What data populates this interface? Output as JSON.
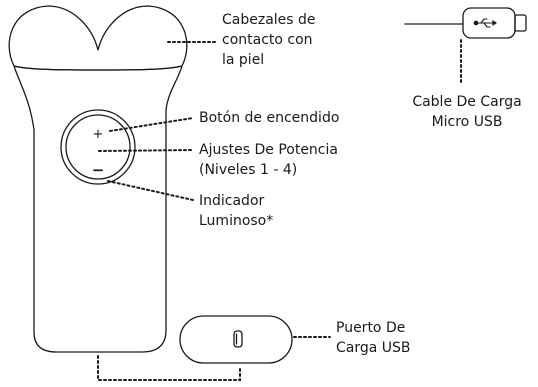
{
  "labels": {
    "heads": [
      "Cabezales de",
      "contacto con",
      "la piel"
    ],
    "power_button": [
      "Botón de encendido"
    ],
    "power_settings": [
      "Ajustes De Potencia",
      "(Niveles 1 - 4)"
    ],
    "indicator": [
      "Indicador",
      "Luminoso*"
    ],
    "cable": [
      "Cable De Carga",
      "Micro USB"
    ],
    "port": [
      "Puerto De",
      "Carga USB"
    ]
  },
  "button_symbols": {
    "plus": "+",
    "minus": "−"
  },
  "icons": {
    "usb": "usb-icon",
    "port": "micro-usb-port-icon"
  },
  "colors": {
    "stroke": "#1a1a1a",
    "background": "#ffffff"
  }
}
